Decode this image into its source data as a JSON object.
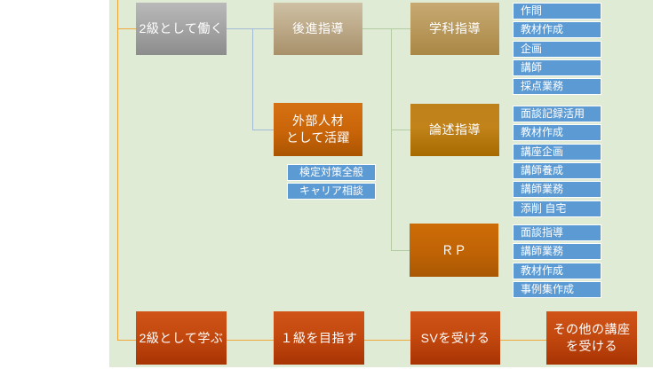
{
  "palette": {
    "panel_bg": "#e0ebd6",
    "task_blue": "#5b9ad3",
    "connector_orange": "#f0a83a",
    "connector_blue": "#a4bad9",
    "connector_green": "#b2cba0",
    "node_gray": "#9e9e9e",
    "node_tan": "#bca988",
    "node_gold": "#b9995c",
    "node_orange": "#c96408",
    "node_red": "#c4490f"
  },
  "nodes": {
    "work2": "2級として働く",
    "mentoring": "後進指導",
    "subject": "学科指導",
    "external_line1": "外部人材",
    "external_line2": "として活躍",
    "essay": "論述指導",
    "rp": "ＲＰ",
    "learn2": "2級として学ぶ",
    "aim1": "１級を目指す",
    "sv": "SVを受ける",
    "other_line1": "その他の講座",
    "other_line2": "を受ける"
  },
  "external_tasks": [
    "検定対策全般",
    "キャリア相談"
  ],
  "subject_tasks": [
    "作問",
    "教材作成",
    "企画",
    "講師",
    "採点業務"
  ],
  "essay_tasks": [
    "面談記録活用",
    "教材作成",
    "講座企画",
    "講師養成",
    "講師業務",
    "添削 自宅"
  ],
  "rp_tasks": [
    "面談指導",
    "講師業務",
    "教材作成",
    "事例集作成"
  ]
}
